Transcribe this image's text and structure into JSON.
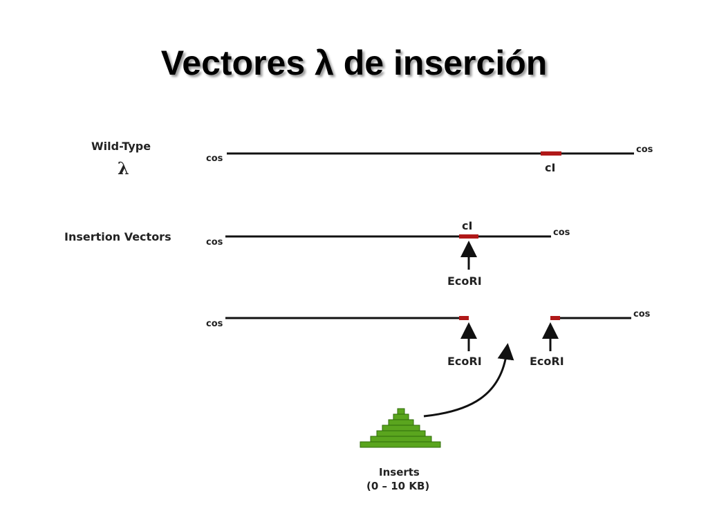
{
  "title": "Vectores λ de inserción",
  "colors": {
    "dna": "#111111",
    "ci_region": "#b01818",
    "insert_fill": "#5aa51e",
    "insert_stroke": "#2f6b0a",
    "text": "#222222"
  },
  "rows": {
    "wild_type": {
      "label": "Wild-Type",
      "symbol": "λ",
      "left_end": "cos",
      "right_end": "cos",
      "gene": "cI"
    },
    "insertion_vector": {
      "label": "Insertion Vectors",
      "left_end": "cos",
      "right_end": "cos",
      "gene": "cI",
      "site": "EcoRI"
    },
    "cut_vector": {
      "left_end": "cos",
      "right_end": "cos",
      "left_site": "EcoRI",
      "right_site": "EcoRI"
    }
  },
  "inserts": {
    "label": "Inserts",
    "size_range": "(0 – 10 KB)"
  },
  "icons": {
    "arrow": "up-arrow-icon",
    "curved_arrow": "curved-arrow-icon",
    "inserts_stack": "fragment-stack-icon"
  }
}
